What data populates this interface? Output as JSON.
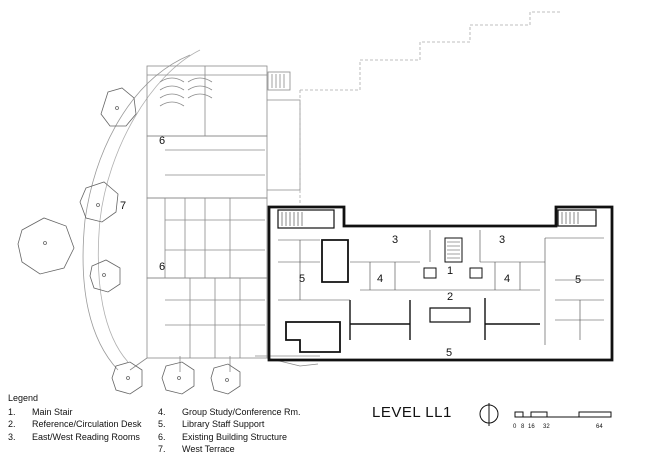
{
  "plan": {
    "level_title": "LEVEL LL1",
    "room_tags": [
      "3",
      "3",
      "1",
      "2",
      "4",
      "4",
      "5",
      "5",
      "5",
      "6",
      "6",
      "7"
    ]
  },
  "legend": {
    "title": "Legend",
    "items": [
      {
        "num": "1.",
        "label": "Main Stair"
      },
      {
        "num": "2.",
        "label": "Reference/Circulation Desk"
      },
      {
        "num": "3.",
        "label": "East/West Reading Rooms"
      },
      {
        "num": "4.",
        "label": "Group Study/Conference Rm."
      },
      {
        "num": "5.",
        "label": "Library Staff Support"
      },
      {
        "num": "6.",
        "label": "Existing Building Structure"
      },
      {
        "num": "7.",
        "label": "West Terrace"
      }
    ]
  },
  "scale_bar": {
    "labels": [
      "0",
      "8",
      "16",
      "32",
      "64"
    ]
  },
  "icons": [
    "north-arrow-icon",
    "scale-bar-icon",
    "tree-icon"
  ]
}
